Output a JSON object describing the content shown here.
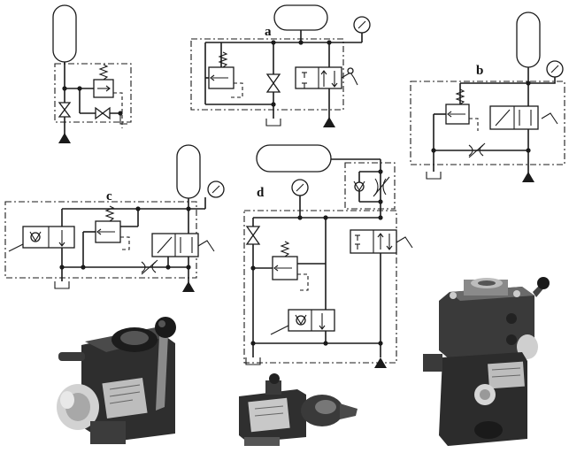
{
  "labels": {
    "a": "a",
    "b": "b",
    "c": "c",
    "d": "d"
  },
  "colors": {
    "line": "#1a1a1a",
    "background": "#ffffff",
    "photo_dark": "#2b2b2b",
    "photo_mid": "#6e6e6e",
    "photo_light": "#cfcfcf"
  },
  "icons": [
    "accumulator-icon",
    "pressure-gauge-icon",
    "relief-valve-icon",
    "shutoff-valve-icon",
    "directional-valve-icon",
    "throttle-valve-icon",
    "check-valve-icon",
    "tank-icon",
    "pressure-source-icon"
  ]
}
